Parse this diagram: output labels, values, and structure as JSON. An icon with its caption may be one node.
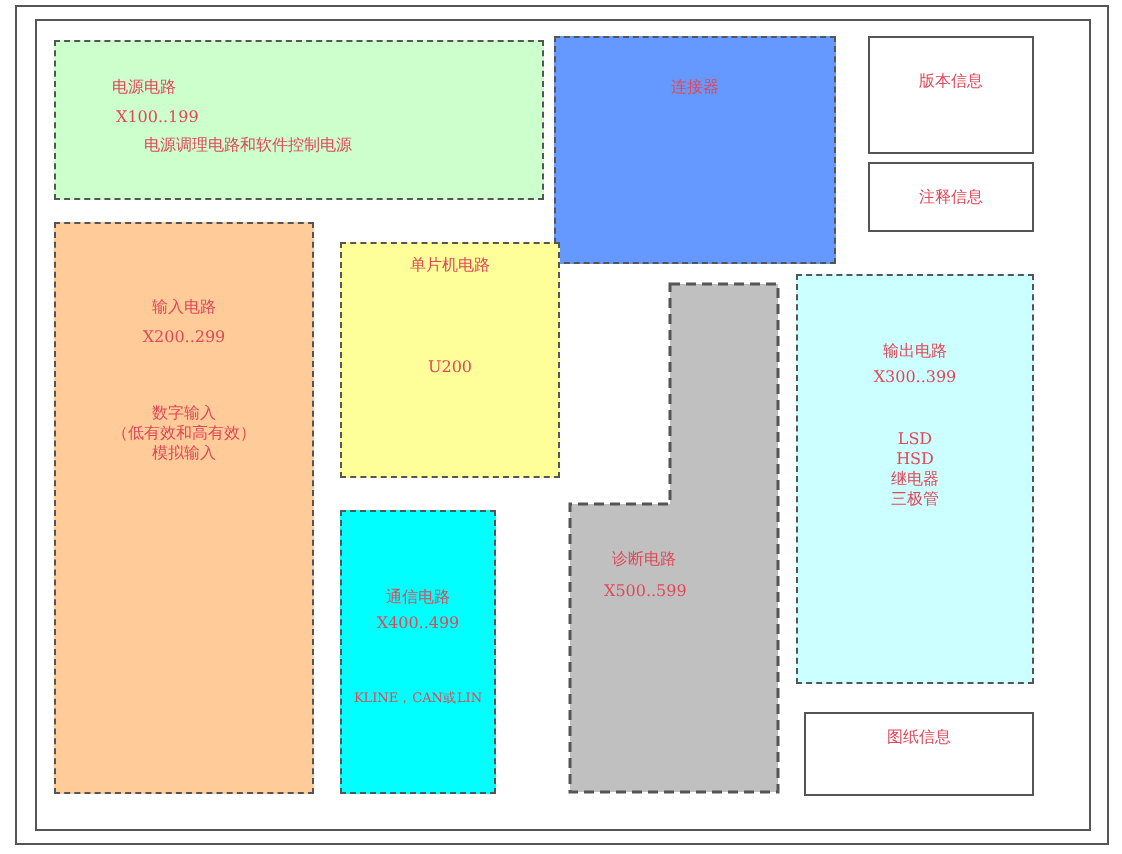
{
  "diagram": {
    "nodes": [
      {
        "text": [
          "电源电路",
          "X100..199",
          "电源调理电路和软件控制电源"
        ]
      },
      {
        "text": [
          "连接器"
        ]
      },
      {
        "text": [
          "版本信息"
        ]
      },
      {
        "text": [
          "注释信息"
        ]
      },
      {
        "text": [
          "输入电路",
          "X200..299",
          "数字输入",
          "（低有效和高有效）",
          "模拟输入"
        ]
      },
      {
        "text": [
          "单片机电路",
          "U200"
        ]
      },
      {
        "text": [
          "通信电路",
          "X400..499",
          "KLINE，CAN或LIN"
        ]
      },
      {
        "text": [
          "诊断电路",
          "X500..599"
        ]
      },
      {
        "text": [
          "输出电路",
          "X300..399",
          "LSD",
          "HSD",
          "继电器",
          "三极管"
        ]
      },
      {
        "text": [
          "图纸信息"
        ]
      }
    ],
    "edges": []
  }
}
